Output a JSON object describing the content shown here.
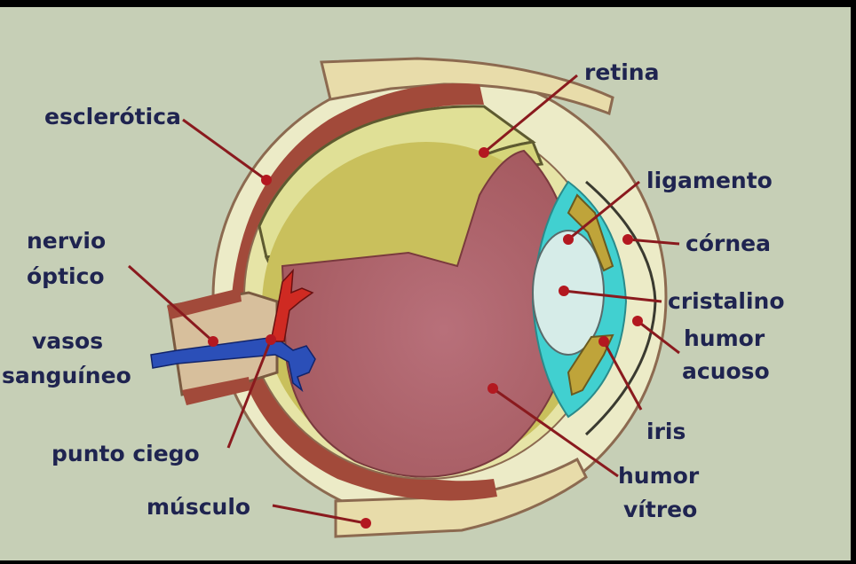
{
  "labels": {
    "esclerotica": "esclerótica",
    "retina": "retina",
    "ligamento": "ligamento",
    "nervio": "nervio",
    "optico": "óptico",
    "cornea": "córnea",
    "cristalino": "cristalino",
    "vasos": "vasos",
    "sanguineo": "sanguíneo",
    "humor1": "humor",
    "acuoso": "acuoso",
    "iris": "iris",
    "punto_ciego": "punto ciego",
    "humor2": "humor",
    "vitreo": "vítreo",
    "musculo": "músculo"
  },
  "colors": {
    "background": "#c6cfb6",
    "label_text": "#1f2450",
    "leader_line": "#8a1a1e",
    "sclera": "#a24a3a",
    "choroid": "#e6e4a6",
    "retina": "#c9c05c",
    "vitreous": "#b46a6e",
    "lens": "#d6ece8",
    "aqueous": "#41d0d0",
    "iris": "#bfa43a",
    "muscle": "#e8dcaa",
    "optic_nerve": "#d7bf9c",
    "vein": "#2b4fb8",
    "artery": "#cf2a22"
  }
}
